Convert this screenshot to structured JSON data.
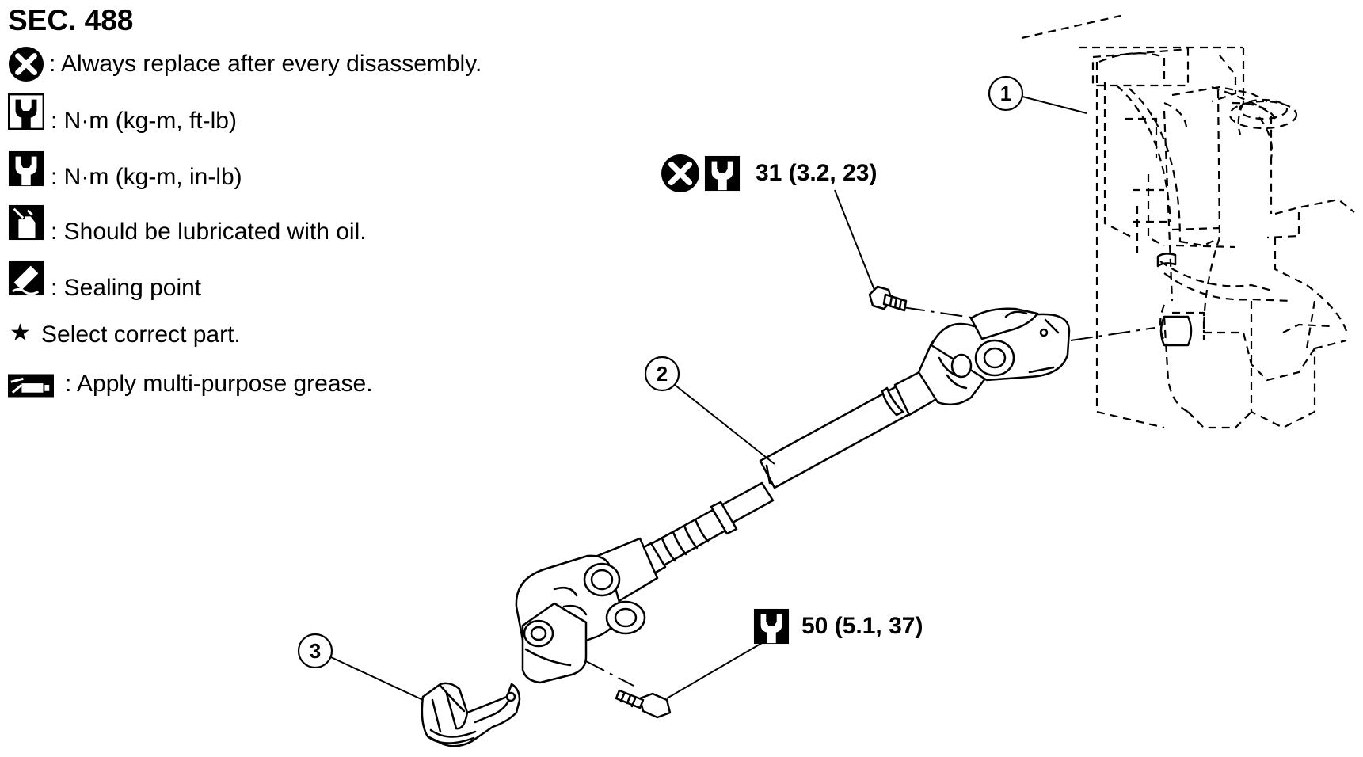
{
  "section": "SEC. 488",
  "legend": {
    "always_replace": ": Always replace after every disassembly.",
    "torque_ft_lb": ": N·m (kg-m, ft-lb)",
    "torque_in_lb": ": N·m (kg-m, in-lb)",
    "lubricate_oil": ": Should be lubricated with oil.",
    "sealing_point": ": Sealing point",
    "select_part": "Select correct part.",
    "grease": ": Apply multi-purpose grease.",
    "star_glyph": "★"
  },
  "torque": {
    "upper": "31 (3.2, 23)",
    "lower": "50 (5.1, 37)"
  },
  "callouts": {
    "c1": "1",
    "c2": "2",
    "c3": "3"
  },
  "colors": {
    "ink": "#000000",
    "paper": "#ffffff"
  },
  "icons": [
    "replace-x-icon",
    "torque-wrench-icon",
    "torque-wrench-dark-icon",
    "oil-can-icon",
    "sealant-tube-icon",
    "star-icon",
    "grease-gun-icon"
  ]
}
